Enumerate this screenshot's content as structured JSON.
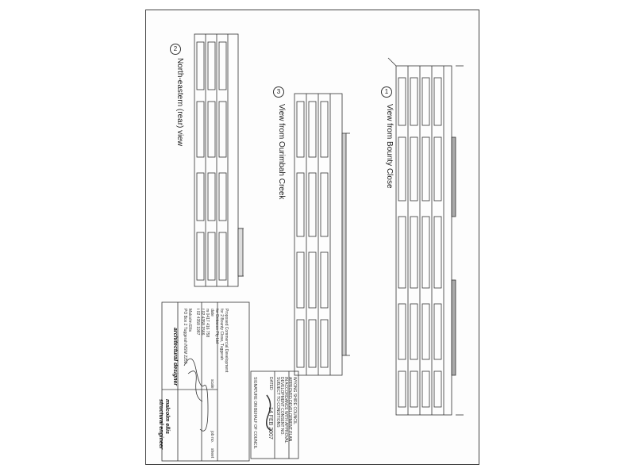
{
  "views": [
    {
      "number": "2",
      "title": "North-eastern (rear) view"
    },
    {
      "number": "3",
      "title": "View from Ourimbah Creek"
    },
    {
      "number": "1",
      "title": "View from Bounty Close"
    }
  ],
  "title_block": {
    "project_title": "Proposed Commercial Development",
    "address": "for 2 Bounty Close, Tuggerah",
    "client": "for Dobacco Pty Ltd",
    "phone": "t 02 4358 1987",
    "fax": "f 02 4358 1566",
    "mobile": "m 0417 416 758",
    "designer_name": "Malcolm Ellis",
    "designer_sub": "architectural designer",
    "firm_name": "malcolm ellis",
    "firm_sub": "structural engineer",
    "address_line": "PO Box 2 Tuggerah NSW 2259",
    "date_label": "date",
    "scale_label": "scale",
    "job_label": "job no.",
    "sheet_label": "sheet",
    "signature": "signature"
  },
  "stamp": {
    "council": "WYONG SHIRE COUNCIL",
    "line1": "APPROVED DEVELOPMENT PLAN",
    "line2": "IN ACCORDANCE WITH APPROVAL",
    "line3": "DEVELOPMENT CONSENT NO.",
    "line4": "SUBJECT TO CONDITIONS",
    "date": "14 FEB 2007",
    "dated_label": "DATED",
    "bottom": "SIGNATURE ON BEHALF OF COUNCIL"
  }
}
